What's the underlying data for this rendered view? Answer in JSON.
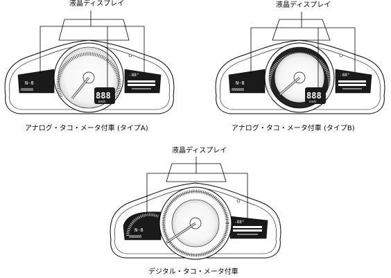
{
  "callout_label": "液晶ディスプレイ",
  "clusters": [
    {
      "caption": "アナログ・タコ・メータ付車 (タイプA)",
      "type": "analog-a"
    },
    {
      "caption": "アナログ・タコ・メータ付車 (タイプB)",
      "type": "analog-b"
    },
    {
      "caption": "デジタル・タコ・メータ付車",
      "type": "digital"
    }
  ],
  "display_text": {
    "gear": "N-8",
    "odometer": "888888",
    "temp": "-88°",
    "speed": "888",
    "speed_unit": "km/h"
  }
}
